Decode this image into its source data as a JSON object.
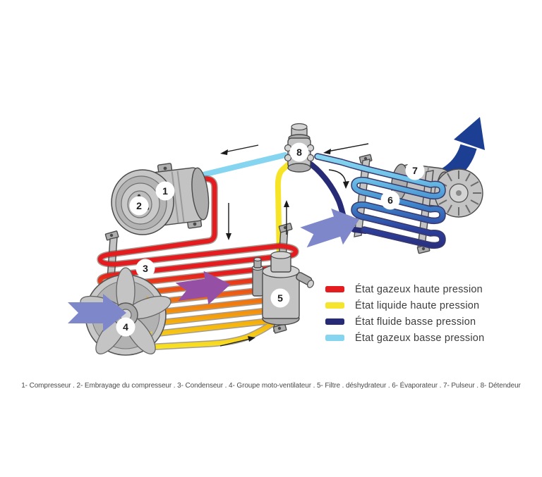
{
  "diagram": {
    "badges": [
      "1",
      "2",
      "3",
      "4",
      "5",
      "6",
      "7",
      "8"
    ],
    "colors": {
      "high_pressure_gas": "#e41c1f",
      "high_pressure_liquid": "#f7e427",
      "low_pressure_fluid": "#272a74",
      "low_pressure_gas": "#85d4f0",
      "cold_airflow_arrow": "#7d87c9",
      "hot_airflow_arrow": "#9550a5",
      "blower_output_arrow": "#1c3f94",
      "component_gray": "#c3c3c3"
    }
  },
  "legend": {
    "items": [
      {
        "label": "État gazeux haute pression",
        "color": "#e41c1f"
      },
      {
        "label": "État liquide haute pression",
        "color": "#f5e52e"
      },
      {
        "label": "État fluide basse pression",
        "color": "#272a74"
      },
      {
        "label": "État gazeux basse pression",
        "color": "#85d4f0"
      }
    ]
  },
  "caption": "1- Compresseur . 2- Embrayage du compresseur . 3- Condenseur . 4- Groupe moto-ventilateur . 5- Filtre . déshydrateur . 6- Évaporateur . 7- Pulseur . 8- Détendeur"
}
